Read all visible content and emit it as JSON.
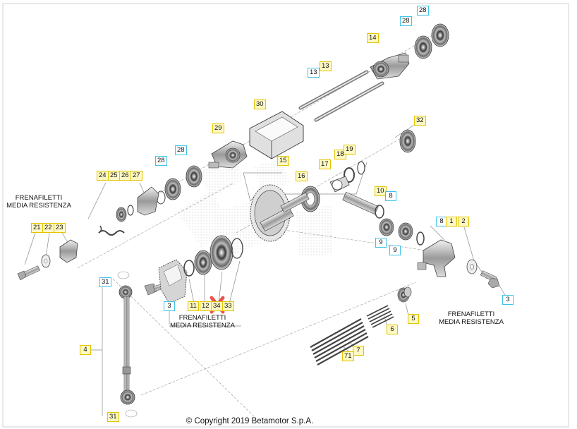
{
  "callouts": [
    {
      "id": "c28a",
      "text": "28",
      "style": "c"
    },
    {
      "id": "c28b",
      "text": "28",
      "style": "c"
    },
    {
      "id": "c14",
      "text": "14",
      "style": "y"
    },
    {
      "id": "c13a",
      "text": "13",
      "style": "c"
    },
    {
      "id": "c13b",
      "text": "13",
      "style": "y"
    },
    {
      "id": "c30",
      "text": "30",
      "style": "y"
    },
    {
      "id": "c29",
      "text": "29",
      "style": "y"
    },
    {
      "id": "c32",
      "text": "32",
      "style": "y"
    },
    {
      "id": "c28c",
      "text": "28",
      "style": "c"
    },
    {
      "id": "c28d",
      "text": "28",
      "style": "c"
    },
    {
      "id": "c15",
      "text": "15",
      "style": "y"
    },
    {
      "id": "c18",
      "text": "18",
      "style": "y"
    },
    {
      "id": "c19",
      "text": "19",
      "style": "y"
    },
    {
      "id": "c17",
      "text": "17",
      "style": "y"
    },
    {
      "id": "c16",
      "text": "16",
      "style": "y"
    },
    {
      "id": "c24",
      "text": "24",
      "style": "y"
    },
    {
      "id": "c25",
      "text": "25",
      "style": "y"
    },
    {
      "id": "c26",
      "text": "26",
      "style": "y"
    },
    {
      "id": "c27",
      "text": "27",
      "style": "y"
    },
    {
      "id": "c10",
      "text": "10",
      "style": "y"
    },
    {
      "id": "c8a",
      "text": "8",
      "style": "c"
    },
    {
      "id": "c21",
      "text": "21",
      "style": "y"
    },
    {
      "id": "c22",
      "text": "22",
      "style": "y"
    },
    {
      "id": "c23",
      "text": "23",
      "style": "y"
    },
    {
      "id": "c8b",
      "text": "8",
      "style": "c"
    },
    {
      "id": "c1",
      "text": "1",
      "style": "y"
    },
    {
      "id": "c2",
      "text": "2",
      "style": "y"
    },
    {
      "id": "c9a",
      "text": "9",
      "style": "c"
    },
    {
      "id": "c9b",
      "text": "9",
      "style": "c"
    },
    {
      "id": "c31a",
      "text": "31",
      "style": "c"
    },
    {
      "id": "c3a",
      "text": "3",
      "style": "c"
    },
    {
      "id": "c11",
      "text": "11",
      "style": "y"
    },
    {
      "id": "c12",
      "text": "12",
      "style": "y"
    },
    {
      "id": "c34",
      "text": "34",
      "style": "y"
    },
    {
      "id": "c33",
      "text": "33",
      "style": "y"
    },
    {
      "id": "c3b",
      "text": "3",
      "style": "c"
    },
    {
      "id": "c5",
      "text": "5",
      "style": "y"
    },
    {
      "id": "c6",
      "text": "6",
      "style": "y"
    },
    {
      "id": "c4",
      "text": "4",
      "style": "y"
    },
    {
      "id": "c7",
      "text": "7",
      "style": "y"
    },
    {
      "id": "c71",
      "text": "71",
      "style": "y"
    },
    {
      "id": "c31b",
      "text": "31",
      "style": "y"
    }
  ],
  "labels": {
    "left_line1": "FRENAFILETTI",
    "left_line2": "MEDIA RESISTENZA",
    "center_line1": "FRENAFILETTI",
    "center_line2": "MEDIA RESISTENZA",
    "right_line1": "FRENAFILETTI",
    "right_line2": "MEDIA RESISTENZA"
  },
  "copyright": "© Copyright 2019 Betamotor S.p.A.",
  "colors": {
    "yellow_fill": "#fff9c4",
    "yellow_border": "#e3c400",
    "cyan_border": "#3ec3e8",
    "marker_red": "#e53935"
  }
}
